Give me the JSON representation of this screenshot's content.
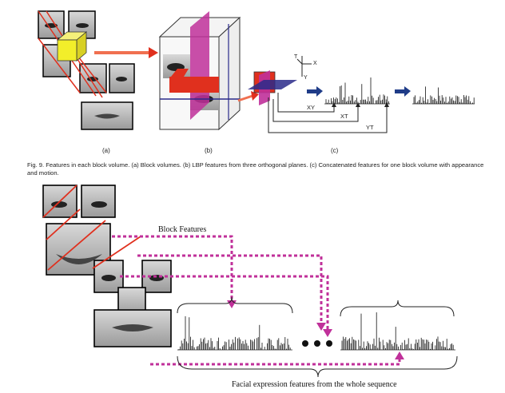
{
  "top_figure": {
    "panel_labels": [
      "(a)",
      "(b)",
      "(c)"
    ],
    "axis_labels": {
      "t": "T",
      "x": "X",
      "y": "Y"
    },
    "plane_labels": {
      "xy": "XY",
      "xt": "XT",
      "yt": "YT"
    }
  },
  "caption": {
    "text": "Fig. 9. Features in each block volume. (a) Block volumes. (b) LBP features from three orthogonal planes. (c) Concatenated features for one block volume with appearance and motion."
  },
  "bottom_figure": {
    "block_features_label": "Block Features",
    "sequence_label": "Facial expression features from the whole sequence"
  },
  "colors": {
    "red": "#e0301e",
    "magenta": "#c0309a",
    "yellow": "#f2ee2a",
    "blue": "#2a2a8a",
    "arrow_blue": "#1f3c88",
    "orange": "#f07050"
  }
}
